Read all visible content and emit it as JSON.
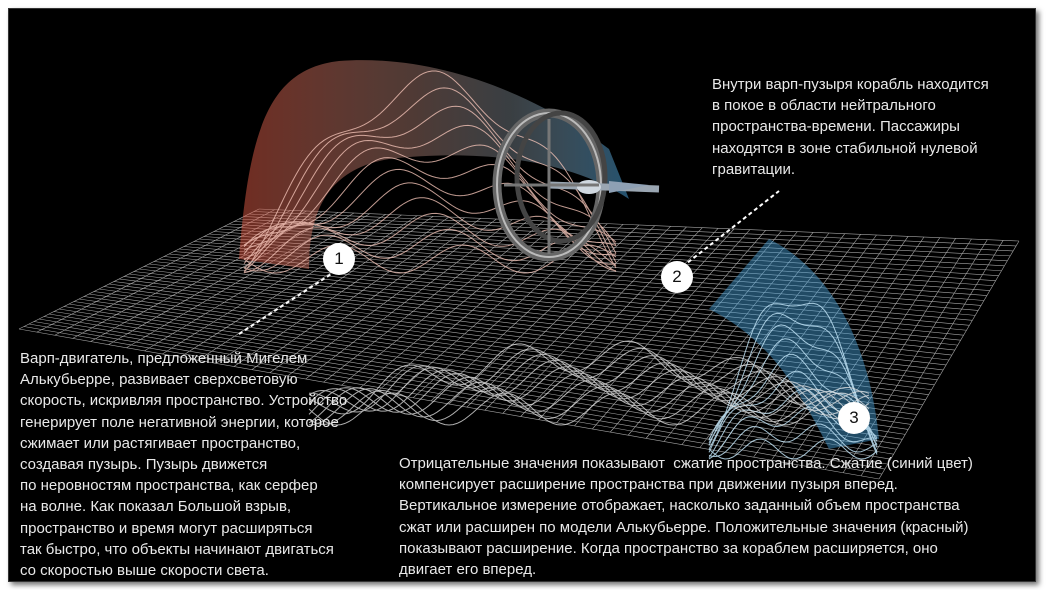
{
  "markers": [
    {
      "label": "1"
    },
    {
      "label": "2"
    },
    {
      "label": "3"
    }
  ],
  "annotations": {
    "top_right": "Внутри варп-пузыря корабль находится\nв покое в области нейтрального\nпространства-времени. Пассажиры\nнаходятся в зоне стабильной нулевой\nгравитации.",
    "left": "Варп-двигатель, предложенный Мигелем\nАлькубьерре, развивает сверхсветовую\nскорость, искривляя пространство. Устройство\nгенерирует поле негативной энергии, которое\nсжимает или растягивает пространство,\nсоздавая пузырь. Пузырь движется\nпо неровностям пространства, как серфер\nна волне. Как показал Большой взрыв,\nпространство и время могут расширяться\nтак быстро, что объекты начинают двигаться\nсо скоростью выше скорости света.",
    "bottom": "Отрицательные значения показывают  сжатие пространства. Сжатие (синий цвет)\nкомпенсирует расширение пространства при движении пузыря вперед.\nВертикальное измерение отображает, насколько заданный объем пространства\nсжат или расширен по модели Алькубьерре. Положительные значения (красный)\nпоказывают расширение. Когда пространство за кораблем расширяется, оно\nдвигает его вперед."
  },
  "colors": {
    "background": "#000000",
    "expansion": "#e0604a",
    "compression": "#5aaee0",
    "grid": "#d8d8d8"
  }
}
